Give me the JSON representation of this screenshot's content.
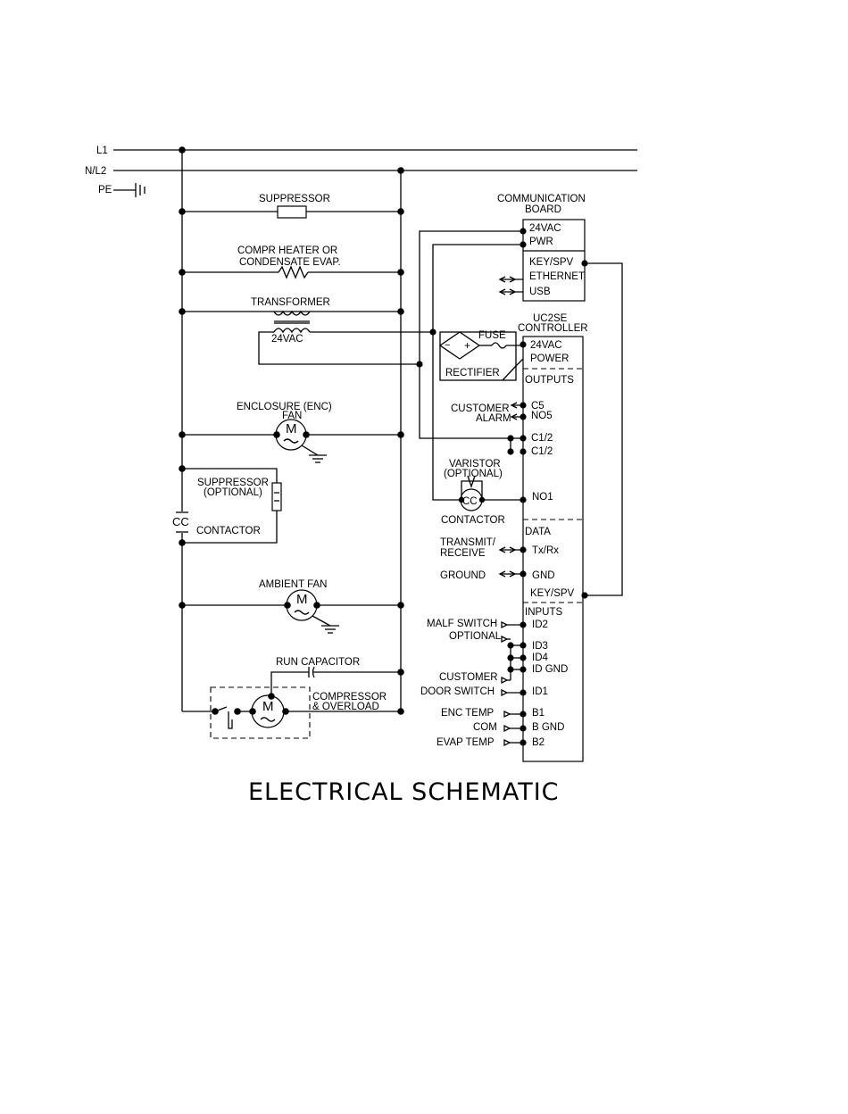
{
  "title": "ELECTRICAL SCHEMATIC",
  "power_lines": {
    "l1": "L1",
    "n_l2": "N/L2",
    "pe": "PE"
  },
  "components": {
    "suppressor": "SUPPRESSOR",
    "compr_heater_line1": "COMPR HEATER OR",
    "compr_heater_line2": "CONDENSATE EVAP.",
    "transformer": "TRANSFORMER",
    "transformer_secondary": "24VAC",
    "enclosure_fan_line1": "ENCLOSURE (ENC)",
    "enclosure_fan_line2": "FAN",
    "suppressor_optional_line1": "SUPPRESSOR",
    "suppressor_optional_line2": "(OPTIONAL)",
    "contactor_coil": "CC",
    "contactor": "CONTACTOR",
    "ambient_fan": "AMBIENT FAN",
    "run_capacitor": "RUN CAPACITOR",
    "compressor_line1": "COMPRESSOR",
    "compressor_line2": "& OVERLOAD",
    "motor_symbol": "M",
    "fuse": "FUSE",
    "rectifier": "RECTIFIER",
    "varistor_line1": "VARISTOR",
    "varistor_line2": "(OPTIONAL)",
    "contactor_right_coil": "CC",
    "contactor_right": "CONTACTOR"
  },
  "communication_board": {
    "title_line1": "COMMUNICATION",
    "title_line2": "BOARD",
    "terminals": [
      "24VAC",
      "PWR",
      "KEY/SPV",
      "ETHERNET",
      "USB"
    ]
  },
  "controller": {
    "title_line1": "UC2SE",
    "title_line2": "CONTROLLER",
    "terminals": {
      "vac24": "24VAC",
      "power": "POWER",
      "outputs": "OUTPUTS",
      "c5": "C5",
      "no5": "NO5",
      "c12a": "C1/2",
      "c12b": "C1/2",
      "no1": "NO1",
      "data": "DATA",
      "txrx": "Tx/Rx",
      "gnd": "GND",
      "keyspv": "KEY/SPV",
      "inputs": "INPUTS",
      "id2": "ID2",
      "id3": "ID3",
      "id4": "ID4",
      "idgnd": "ID GND",
      "id1": "ID1",
      "b1": "B1",
      "bgnd": "B GND",
      "b2": "B2"
    }
  },
  "external_labels": {
    "customer": "CUSTOMER",
    "alarm": "ALARM",
    "transmit_line1": "TRANSMIT/",
    "transmit_line2": "RECEIVE",
    "ground": "GROUND",
    "malf_switch": "MALF SWITCH",
    "optional": "OPTIONAL",
    "customer2": "CUSTOMER",
    "door_switch": "DOOR SWITCH",
    "enc_temp": "ENC TEMP",
    "com": "COM",
    "evap_temp": "EVAP TEMP"
  }
}
